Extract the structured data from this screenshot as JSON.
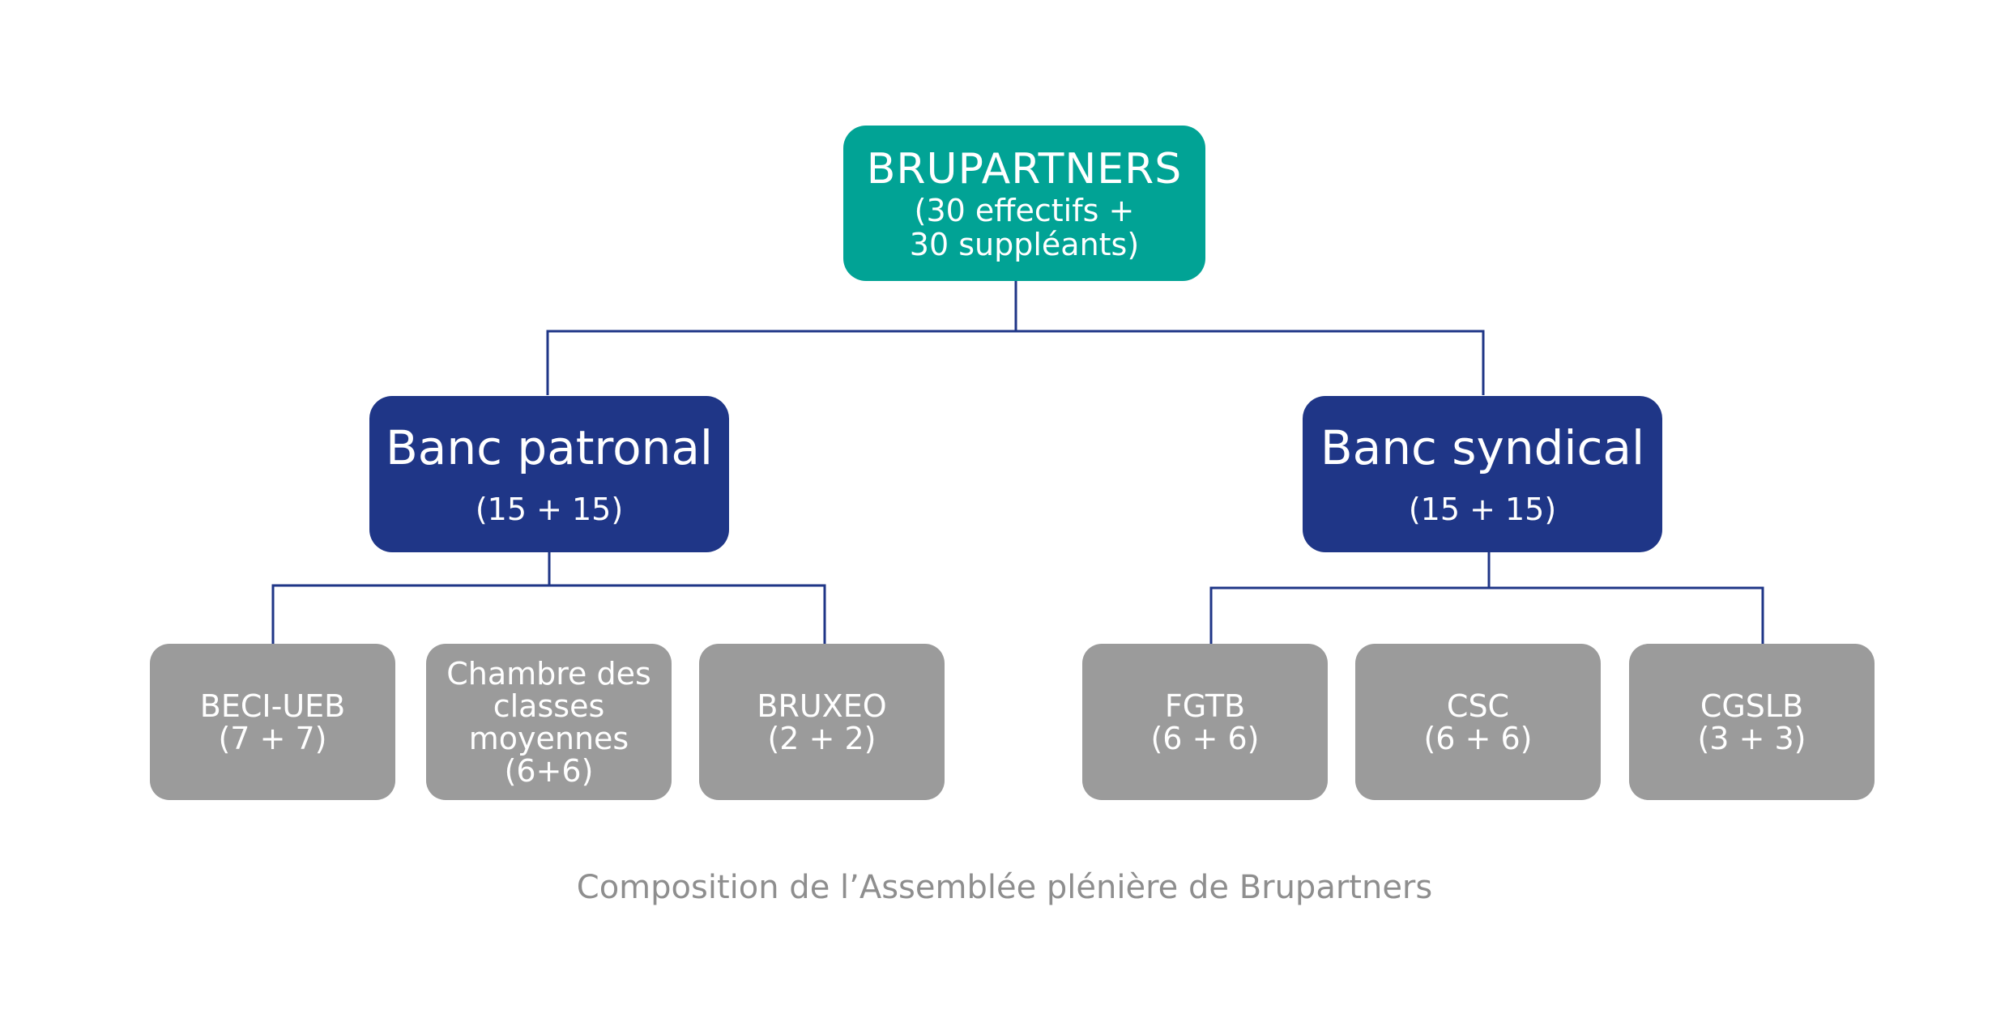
{
  "root": {
    "title": "BRUPARTNERS",
    "subtitle": "(30 effectifs +\n30 suppléants)"
  },
  "banks": [
    {
      "title": "Banc patronal",
      "subtitle": "(15 + 15)"
    },
    {
      "title": "Banc syndical",
      "subtitle": "(15 + 15)"
    }
  ],
  "members": [
    {
      "title": "BECI-UEB",
      "subtitle": "(7 + 7)",
      "bank": "Banc patronal"
    },
    {
      "title": "Chambre des\nclasses\nmoyennes",
      "subtitle": "(6+6)",
      "bank": "Banc patronal"
    },
    {
      "title": "BRUXEO",
      "subtitle": "(2 + 2)",
      "bank": "Banc patronal"
    },
    {
      "title": "FGTB",
      "subtitle": "(6 + 6)",
      "bank": "Banc syndical"
    },
    {
      "title": "CSC",
      "subtitle": "(6 + 6)",
      "bank": "Banc syndical"
    },
    {
      "title": "CGSLB",
      "subtitle": "(3 + 3)",
      "bank": "Banc syndical"
    }
  ],
  "caption": "Composition de l’Assemblée plénière de Brupartners",
  "colors": {
    "root": "#01a395",
    "bank": "#1f3687",
    "member": "#9b9b9b",
    "connector": "#1f3687",
    "caption": "#8e8e8e"
  }
}
